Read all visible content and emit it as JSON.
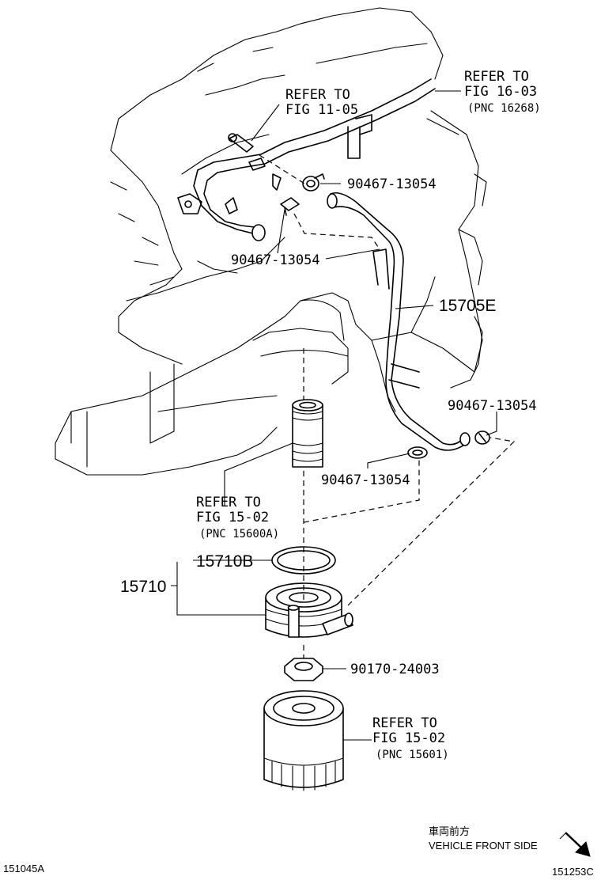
{
  "refs": {
    "fig_16_03": {
      "line1": "REFER TO",
      "line2": "FIG 16-03",
      "pnc": "(PNC 16268)"
    },
    "fig_11_05": {
      "line1": "REFER TO",
      "line2": "FIG 11-05"
    },
    "fig_15_02_a": {
      "line1": "REFER TO",
      "line2": "FIG 15-02",
      "pnc": "(PNC 15600A)"
    },
    "fig_15_02_b": {
      "line1": "REFER TO",
      "line2": "FIG 15-02",
      "pnc": "(PNC 15601)"
    }
  },
  "parts": {
    "clamp_upper_right": "90467-13054",
    "clamp_upper_left": "90467-13054",
    "hose": "15705E",
    "clamp_right": "90467-13054",
    "clamp_lower": "90467-13054",
    "gasket": "15710B",
    "cooler_assy": "15710",
    "nut": "90170-24003"
  },
  "direction": {
    "japanese": "車両前方",
    "english": "VEHICLE FRONT SIDE"
  },
  "codes": {
    "left": "151045A",
    "right": "151253C"
  }
}
